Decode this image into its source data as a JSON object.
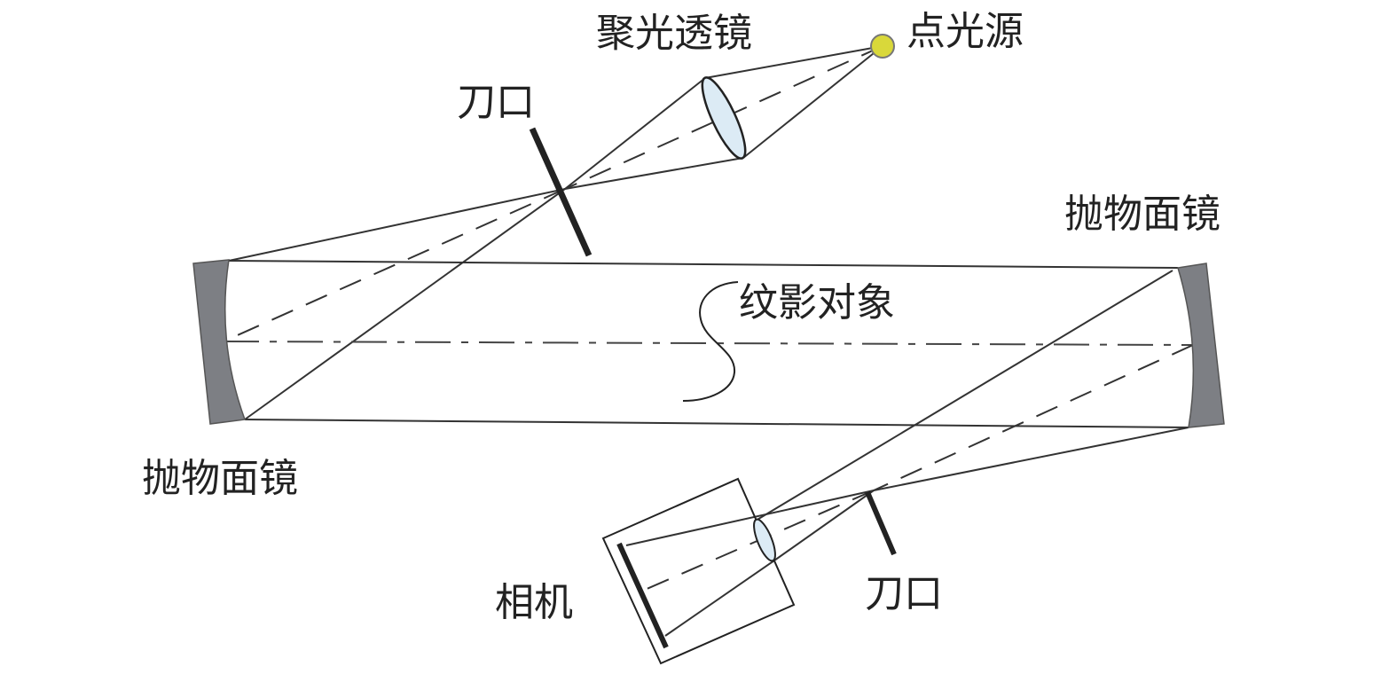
{
  "labels": {
    "condenser_lens": "聚光透镜",
    "point_source": "点光源",
    "knife_edge_top": "刀口",
    "parabolic_mirror_right": "抛物面镜",
    "schlieren_object": "纹影对象",
    "parabolic_mirror_left": "抛物面镜",
    "camera": "相机",
    "knife_edge_bottom": "刀口"
  },
  "colors": {
    "point_source": "#d9d83a",
    "lens_fill": "#dcebf5",
    "mirror": "#7d7f84"
  }
}
